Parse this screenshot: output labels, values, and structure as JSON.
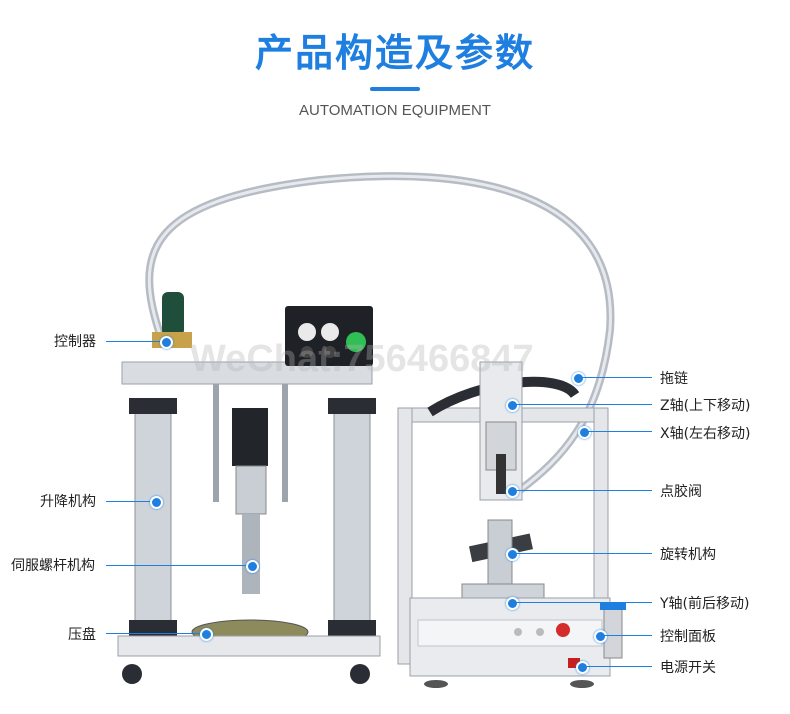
{
  "header": {
    "title": "产品构造及参数",
    "subtitle": "AUTOMATION EQUIPMENT"
  },
  "watermark": "WeChat:756466847",
  "labels_left": {
    "controller": "控制器",
    "lift": "升降机构",
    "servo_screw": "伺服螺杆机构",
    "press_plate": "压盘"
  },
  "labels_right": {
    "drag_chain": "拖链",
    "z_axis": "Z轴(上下移动)",
    "x_axis": "X轴(左右移动)",
    "dispense_valve": "点胶阀",
    "rotation": "旋转机构",
    "y_axis": "Y轴(前后移动)",
    "control_panel": "控制面板",
    "power_switch": "电源开关"
  },
  "colors": {
    "accent": "#1e7fe0"
  }
}
